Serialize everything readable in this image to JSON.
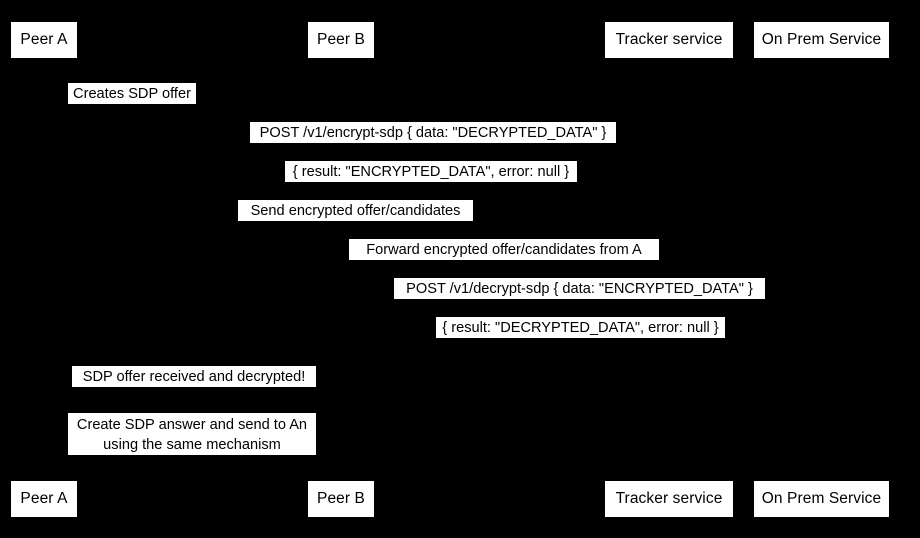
{
  "diagram": {
    "type": "sequence-diagram",
    "background_color": "#000000",
    "label_background_color": "#ffffff",
    "label_text_color": "#000000",
    "participants_top": [
      {
        "id": "peer-a",
        "label": "Peer A"
      },
      {
        "id": "peer-b",
        "label": "Peer B"
      },
      {
        "id": "tracker-service",
        "label": "Tracker service"
      },
      {
        "id": "on-prem-service",
        "label": "On Prem Service"
      }
    ],
    "participants_bottom": [
      {
        "id": "peer-a",
        "label": "Peer A"
      },
      {
        "id": "peer-b",
        "label": "Peer B"
      },
      {
        "id": "tracker-service",
        "label": "Tracker service"
      },
      {
        "id": "on-prem-service",
        "label": "On Prem Service"
      }
    ],
    "messages": [
      {
        "id": "creates-sdp-offer",
        "label": "Creates SDP offer"
      },
      {
        "id": "post-encrypt-sdp",
        "label": "POST /v1/encrypt-sdp { data: \"DECRYPTED_DATA\" }"
      },
      {
        "id": "encrypt-sdp-result",
        "label": "{ result: \"ENCRYPTED_DATA\", error: null }"
      },
      {
        "id": "send-encrypted-offer",
        "label": "Send encrypted offer/candidates"
      },
      {
        "id": "forward-encrypted-offer",
        "label": "Forward encrypted offer/candidates from A"
      },
      {
        "id": "post-decrypt-sdp",
        "label": "POST /v1/decrypt-sdp { data: \"ENCRYPTED_DATA\" }"
      },
      {
        "id": "decrypt-sdp-result",
        "label": "{ result: \"DECRYPTED_DATA\", error: null }"
      },
      {
        "id": "sdp-offer-received",
        "label": "SDP offer received and decrypted!"
      },
      {
        "id": "create-sdp-answer",
        "label_line1": "Create SDP answer and send to An",
        "label_line2": "using the same mechanism"
      }
    ]
  }
}
